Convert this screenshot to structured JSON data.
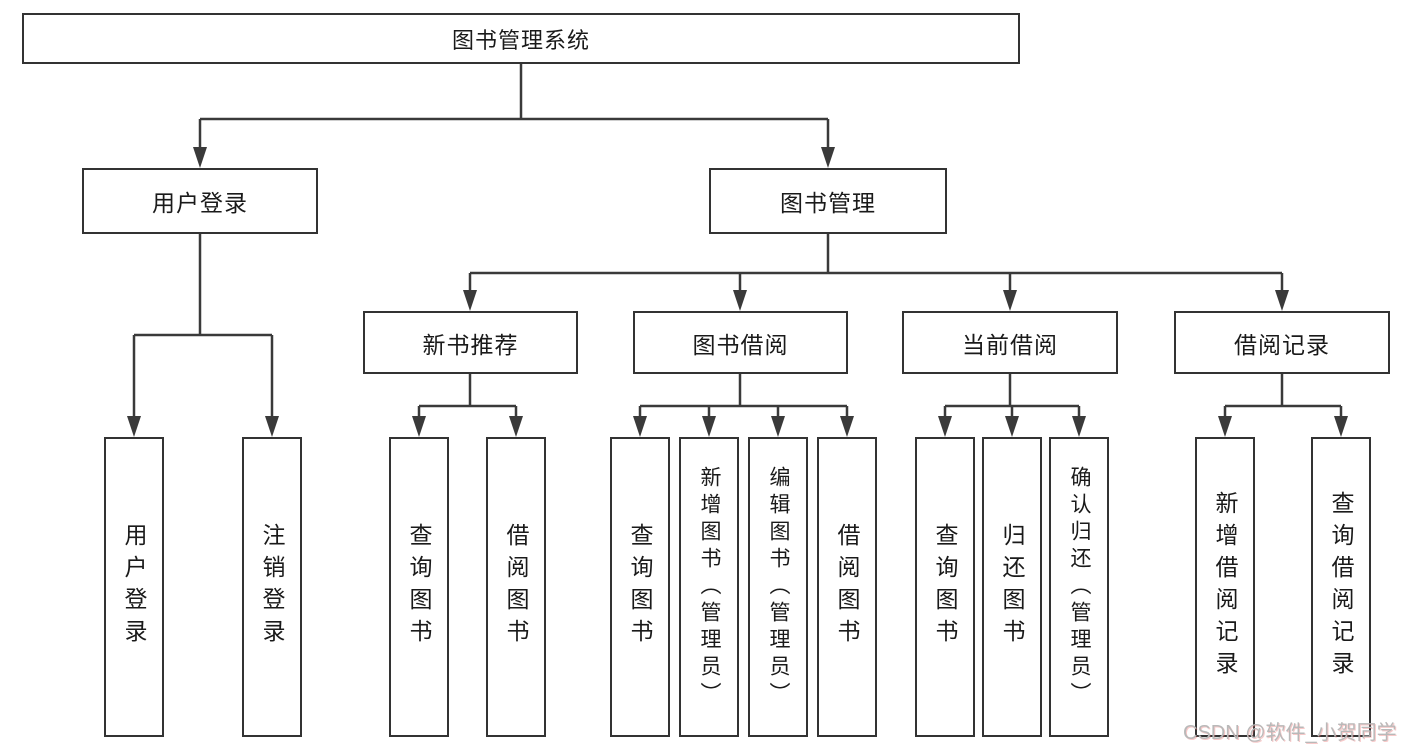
{
  "tree": {
    "label": "图书管理系统",
    "children": [
      {
        "label": "用户登录",
        "children": [
          {
            "label": "用户登录"
          },
          {
            "label": "注销登录"
          }
        ]
      },
      {
        "label": "图书管理",
        "children": [
          {
            "label": "新书推荐",
            "children": [
              {
                "label": "查询图书"
              },
              {
                "label": "借阅图书"
              }
            ]
          },
          {
            "label": "图书借阅",
            "children": [
              {
                "label": "查询图书"
              },
              {
                "label": "新增图书（管理员）"
              },
              {
                "label": "编辑图书（管理员）"
              },
              {
                "label": "借阅图书"
              }
            ]
          },
          {
            "label": "当前借阅",
            "children": [
              {
                "label": "查询图书"
              },
              {
                "label": "归还图书"
              },
              {
                "label": "确认归还（管理员）"
              }
            ]
          },
          {
            "label": "借阅记录",
            "children": [
              {
                "label": "新增借阅记录"
              },
              {
                "label": "查询借阅记录"
              }
            ]
          }
        ]
      }
    ]
  },
  "watermark": "CSDN @软件_小贺同学",
  "colors": {
    "line": "#3a3a3a",
    "box_border": "#333333",
    "text": "#1a1a1a",
    "watermark": "#b9b9b9",
    "background": "#ffffff"
  }
}
